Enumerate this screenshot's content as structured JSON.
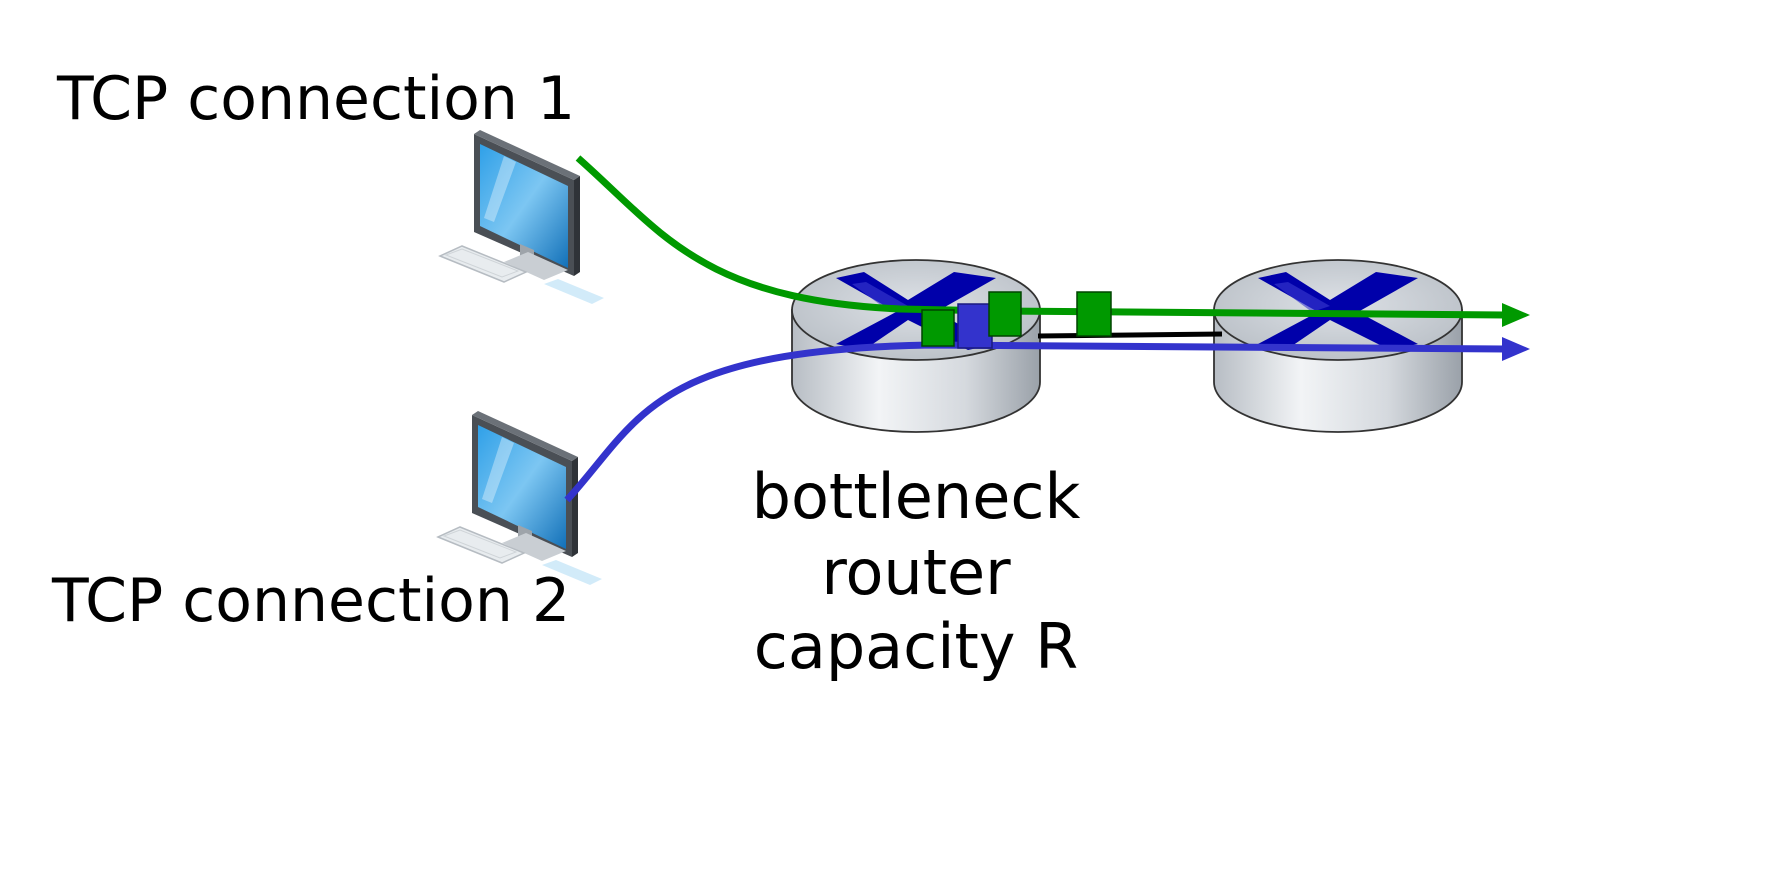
{
  "connections": [
    {
      "label": "TCP connection 1",
      "color": "#009900"
    },
    {
      "label": "TCP connection 2",
      "color": "#3333cc"
    }
  ],
  "bottleneck": {
    "lines": [
      "bottleneck",
      "router",
      "capacity R"
    ]
  },
  "icons": {
    "host_1": "computer-icon",
    "host_2": "computer-icon",
    "router_1": "router-icon",
    "router_2": "router-icon"
  },
  "colors": {
    "link": "#000000",
    "router_body": "#c8cdd3",
    "router_x": "#0000aa"
  }
}
